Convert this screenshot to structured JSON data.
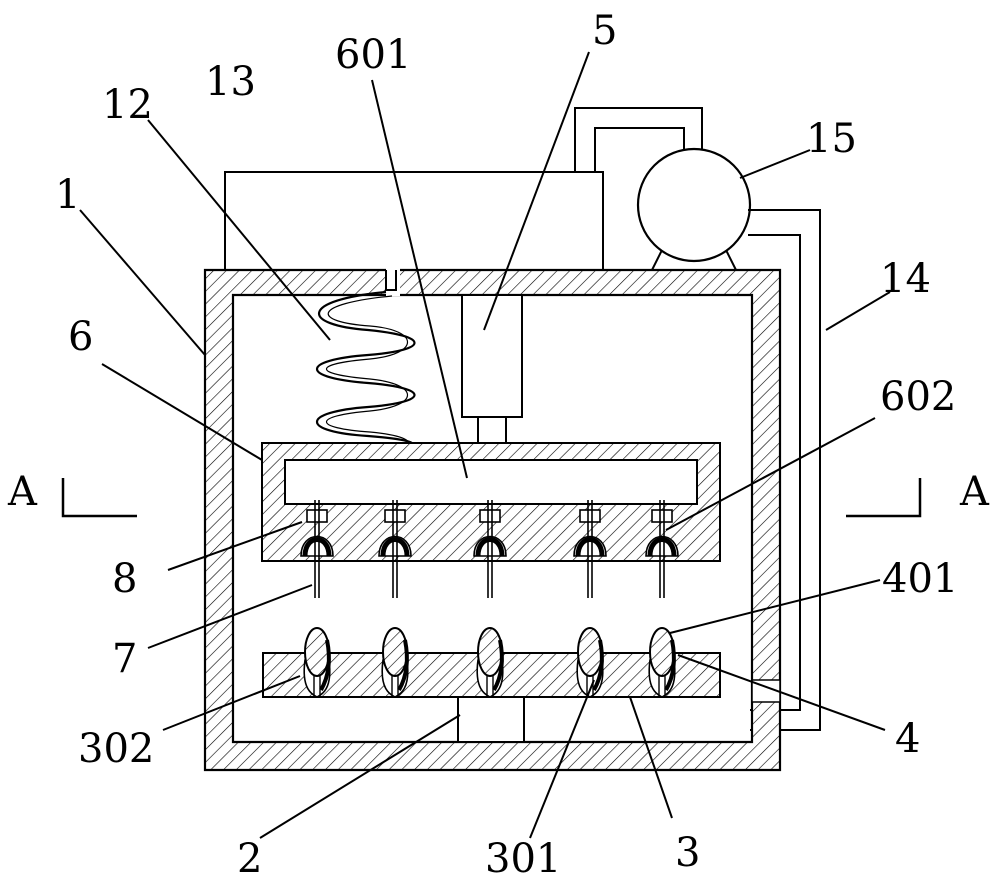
{
  "labels": {
    "l1": "1",
    "l2": "2",
    "l3": "3",
    "l4": "4",
    "l5": "5",
    "l6": "6",
    "l7": "7",
    "l8": "8",
    "l12": "12",
    "l13": "13",
    "l14": "14",
    "l15": "15",
    "l301": "301",
    "l302": "302",
    "l401": "401",
    "l601": "601",
    "l602": "602",
    "section_left": "A",
    "section_right": "A"
  },
  "colors": {
    "line": "#000000",
    "background": "#ffffff"
  }
}
